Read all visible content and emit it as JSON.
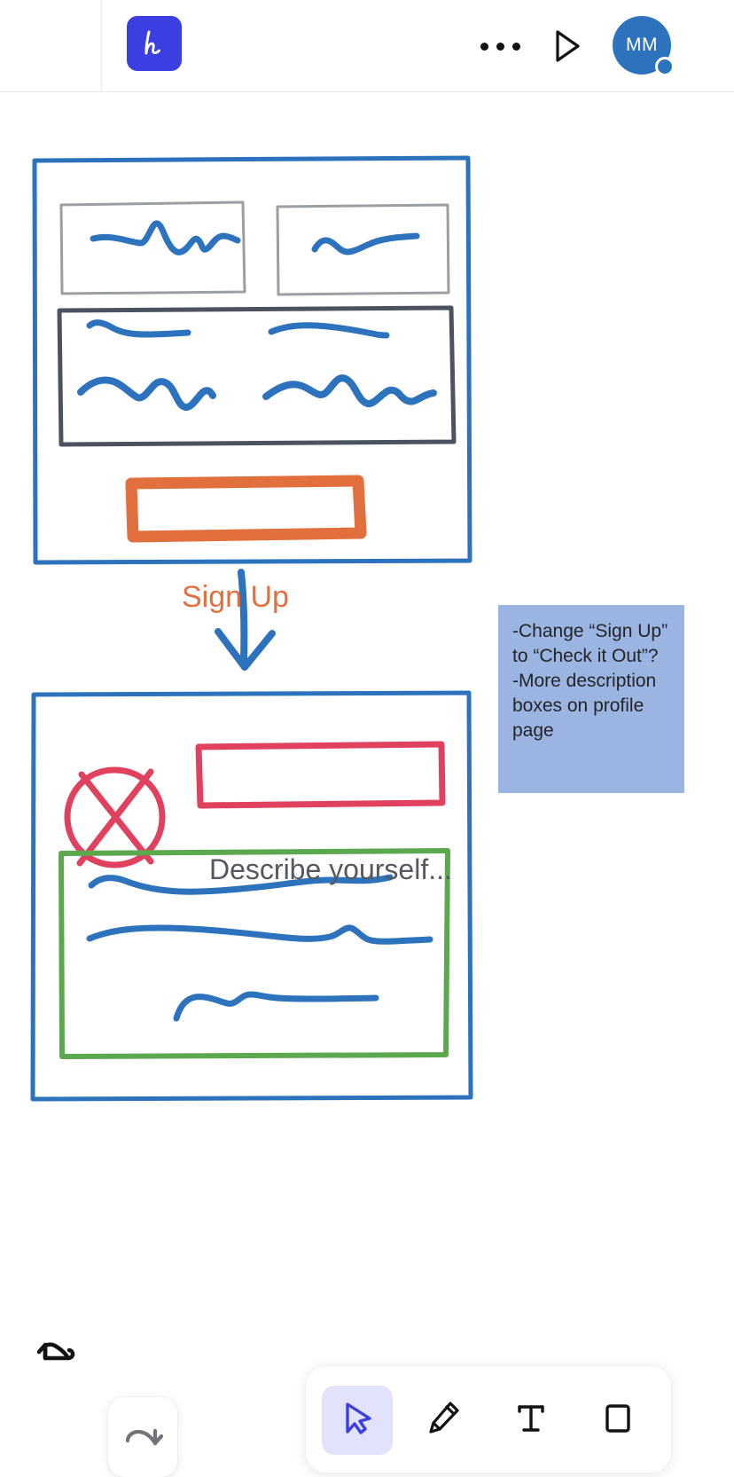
{
  "app": {
    "logo_icon": "whimsical-h-logo",
    "accent": "#3b3ee0"
  },
  "header": {
    "menu_icon": "ellipsis-icon",
    "menu_label": "•••",
    "present_icon": "play-triangle-icon",
    "avatar_initials": "MM",
    "avatar_color": "#2c72bd",
    "presence_badge_color": "#2c72bd"
  },
  "canvas": {
    "frames": [
      {
        "name": "signup-screen-frame",
        "border_color": "#2c72bd",
        "elements": [
          {
            "name": "card-left",
            "border_color": "#9b9ea3"
          },
          {
            "name": "card-right",
            "border_color": "#9b9ea3"
          },
          {
            "name": "content-panel",
            "border_color": "#4b535e"
          },
          {
            "name": "sign-up-button",
            "border_color": "#e2703f",
            "label": "Sign Up",
            "text_color": "#e2703f"
          }
        ]
      },
      {
        "name": "profile-screen-frame",
        "border_color": "#2c72bd",
        "elements": [
          {
            "name": "avatar-placeholder",
            "color": "#e0415e"
          },
          {
            "name": "description-input",
            "border_color": "#e0415e",
            "label": "Describe yourself...",
            "text_color": "#55585e"
          },
          {
            "name": "description-panel",
            "border_color": "#5ba84f"
          }
        ]
      }
    ],
    "connector": {
      "name": "flow-arrow",
      "color": "#2c72bd",
      "direction": "down"
    },
    "scribble_color": "#2c72bd"
  },
  "sticky_note": {
    "background": "#9bb4e2",
    "text": "-Change “Sign Up” to “Check it Out”?\n-More description boxes on profile page",
    "text_color": "#232528"
  },
  "bottom_bar": {
    "undo": {
      "icon": "undo-arrow-icon",
      "color": "#111214"
    },
    "redo": {
      "icon": "redo-arrow-icon",
      "color": "#707378"
    },
    "tools": [
      {
        "id": "select",
        "icon": "cursor-arrow-icon",
        "active": true,
        "color": "#3b3ee0",
        "active_background": "#e2e3fb"
      },
      {
        "id": "pen",
        "icon": "pencil-icon",
        "active": false,
        "color": "#111214"
      },
      {
        "id": "text",
        "icon": "text-t-icon",
        "active": false,
        "color": "#111214"
      },
      {
        "id": "shape",
        "icon": "rectangle-icon",
        "active": false,
        "color": "#111214"
      }
    ]
  }
}
